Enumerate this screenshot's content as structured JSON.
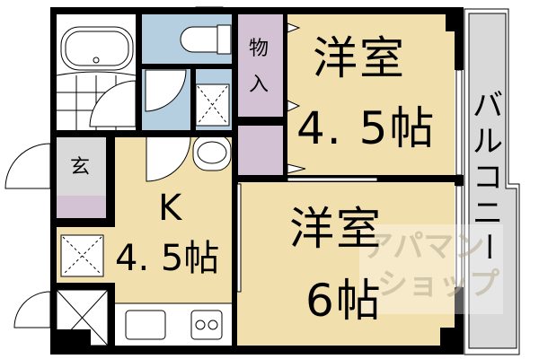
{
  "floor_plan": {
    "rooms": [
      {
        "id": "western-room-1",
        "name": "洋室",
        "size": "4.5帖",
        "color": "#f1dfae"
      },
      {
        "id": "western-room-2",
        "name": "洋室",
        "size": "6帖",
        "color": "#f1dfae"
      },
      {
        "id": "kitchen",
        "name": "K",
        "size": "4.5帖",
        "color": "#f1dfae"
      },
      {
        "id": "closet",
        "name": "物入",
        "color": "#d3c2d4"
      },
      {
        "id": "entrance",
        "name": "玄",
        "color": "#d9d9d9"
      },
      {
        "id": "balcony",
        "name": "バルコニー",
        "color": "#d9d9d9"
      },
      {
        "id": "toilet",
        "color": "#b6cfe0"
      },
      {
        "id": "washroom",
        "color": "#b6cfe0"
      },
      {
        "id": "bathroom",
        "color": "#ffffff"
      }
    ],
    "labels": {
      "room1_name": "洋室",
      "room1_size": "4. 5帖",
      "room2_name": "洋室",
      "room2_size": "6帖",
      "kitchen_name": "K",
      "kitchen_size": "4. 5帖",
      "closet_line1": "物",
      "closet_line2": "入",
      "entrance": "玄",
      "balcony_chars": [
        "バ",
        "ル",
        "コ",
        "ニ",
        "ー"
      ]
    },
    "watermark": {
      "line1": "アパマン",
      "line2": "ショップ"
    },
    "colors": {
      "wall": "#000000",
      "room": "#f1dfae",
      "storage": "#d3c2d4",
      "wet": "#b6cfe0",
      "grey": "#d9d9d9"
    }
  }
}
